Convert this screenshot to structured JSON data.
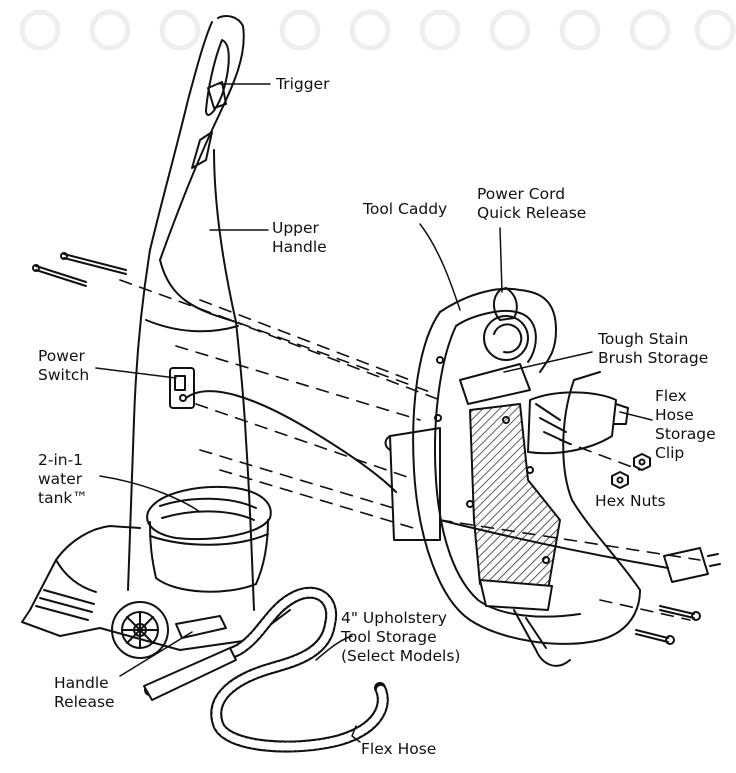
{
  "labels": {
    "trigger": "Trigger",
    "upper_handle": "Upper\nHandle",
    "power_switch": "Power\nSwitch",
    "water_tank": "2-in-1\nwater\ntank™",
    "handle_release": "Handle\nRelease",
    "flex_hose": "Flex Hose",
    "upholstery_tool_storage": "4\" Upholstery\nTool Storage\n(Select Models)",
    "tool_caddy": "Tool Caddy",
    "power_cord_quick_release": "Power Cord\nQuick Release",
    "tough_stain_brush_storage": "Tough Stain\nBrush Storage",
    "flex_hose_storage_clip": "Flex\nHose\nStorage\nClip",
    "hex_nuts": "Hex Nuts"
  },
  "colors": {
    "line": "#111111",
    "background": "#ffffff",
    "hatch": "#333333",
    "watermark": "#f1f1f1"
  }
}
